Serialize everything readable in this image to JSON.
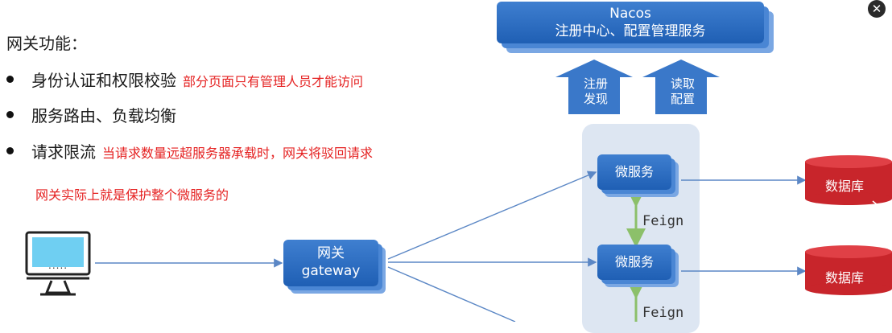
{
  "title": "网关功能：",
  "bullets": [
    {
      "text": "身份认证和权限校验",
      "note": "部分页面只有管理人员才能访问"
    },
    {
      "text": "服务路由、负载均衡",
      "note": ""
    },
    {
      "text": "请求限流",
      "note": "当请求数量远超服务器承载时，网关将驳回请求"
    }
  ],
  "summary_note": "网关实际上就是保护整个微服务的",
  "diagram": {
    "nacos": {
      "line1": "Nacos",
      "line2": "注册中心、配置管理服务"
    },
    "arrows": [
      {
        "line1": "注册",
        "line2": "发现"
      },
      {
        "line1": "读取",
        "line2": "配置"
      }
    ],
    "gateway": {
      "line1": "网关",
      "line2": "gateway"
    },
    "services": [
      "微服务",
      "微服务"
    ],
    "feign": [
      "Feign",
      "Feign"
    ],
    "databases": [
      "数据库",
      "数据库"
    ],
    "client_screen_text": "....."
  },
  "colors": {
    "box_blue": "#2a6cc4",
    "arrow_blue": "#3a78c9",
    "db_red": "#c8252b",
    "note_red": "#e52222",
    "panel": "#dde6f2",
    "feign_green": "#8cc06a"
  },
  "icons": [
    "monitor-icon",
    "close-icon",
    "database-icon"
  ]
}
